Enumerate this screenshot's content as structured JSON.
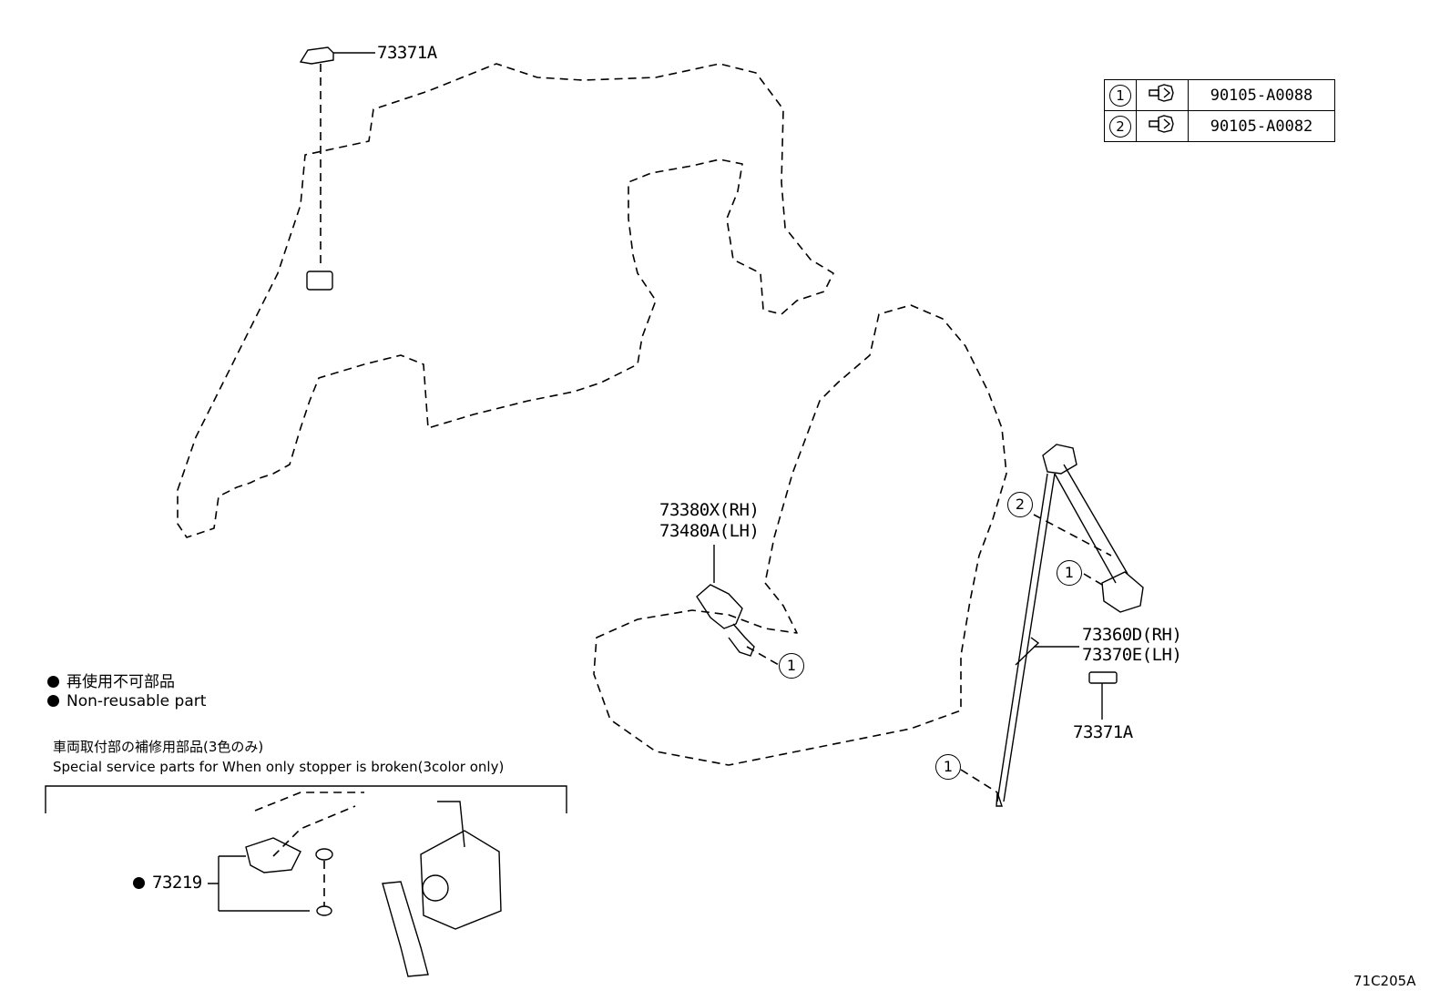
{
  "labels": {
    "clip_top": "73371A",
    "buckle_rh": "73380X(RH)",
    "buckle_lh": "73480A(LH)",
    "belt_rh": "73360D(RH)",
    "belt_lh": "73370E(LH)",
    "clip_bottom": "73371A",
    "stopper": "73219"
  },
  "parts_table": [
    {
      "ref": "1",
      "part_no": "90105-A0088"
    },
    {
      "ref": "2",
      "part_no": "90105-A0082"
    }
  ],
  "callouts": {
    "buckle_bolt": "1",
    "anchor_upper": "2",
    "anchor_mid": "1",
    "anchor_lower": "1"
  },
  "legend": {
    "jp": "再使用不可部品",
    "en": "Non-reusable part"
  },
  "service_note": {
    "jp": "車両取付部の補修用部品(3色のみ)",
    "en": "Special service parts for When only stopper is broken(3color only)"
  },
  "figure_code": "71C205A"
}
